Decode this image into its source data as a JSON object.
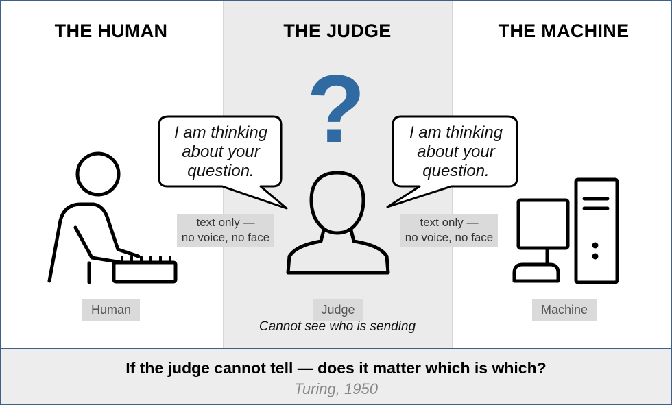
{
  "columns": {
    "human": {
      "heading": "THE HUMAN",
      "label": "Human"
    },
    "judge": {
      "heading": "THE JUDGE",
      "label": "Judge",
      "caption": "Cannot see who is sending"
    },
    "machine": {
      "heading": "THE MACHINE",
      "label": "Machine"
    }
  },
  "bubbles": {
    "left": {
      "line1": "I am thinking",
      "line2": "about your",
      "line3": "question."
    },
    "right": {
      "line1": "I am thinking",
      "line2": "about your",
      "line3": "question."
    }
  },
  "channel_tags": {
    "left": {
      "line1": "text only —",
      "line2": "no voice, no face"
    },
    "right": {
      "line1": "text only —",
      "line2": "no voice, no face"
    }
  },
  "question_mark": "?",
  "footer": {
    "question": "If the judge cannot tell — does it matter which is which?",
    "citation": "Turing, 1950"
  },
  "colors": {
    "accent": "#2f6aa3",
    "border": "#3f5f86",
    "middle_panel": "#ebebeb",
    "tag_bg": "#dadada"
  },
  "icons": [
    "human-at-keyboard-icon",
    "judge-silhouette-icon",
    "desktop-computer-icon",
    "question-mark-icon",
    "speech-bubble-icon",
    "sparkle-icon"
  ]
}
